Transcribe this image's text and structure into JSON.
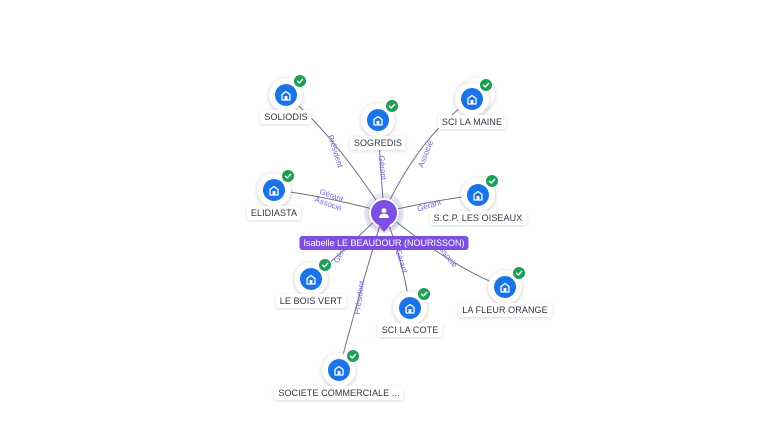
{
  "person": {
    "name": "Isabelle LE BEAUDOUR (NOURISSON)",
    "icon": "person-icon"
  },
  "companies": [
    {
      "id": "soliodis",
      "label": "SOLIODIS",
      "role": "Président",
      "verified": true
    },
    {
      "id": "sogredis",
      "label": "SOGREDIS",
      "role": "Gérant",
      "verified": true
    },
    {
      "id": "sci-la-maine",
      "label": "SCI LA MAINE",
      "role": "Associé",
      "verified": true,
      "stacked": true
    },
    {
      "id": "eldiasta",
      "label": "ELIDIASTA",
      "role": "Gérant\nAssocié",
      "verified": true
    },
    {
      "id": "scp-les-oiseaux",
      "label": "S.C.P. LES OISEAUX",
      "role": "Gérant",
      "verified": true
    },
    {
      "id": "le-bois-vert",
      "label": "LE BOIS VERT",
      "role": "Gérant",
      "verified": true
    },
    {
      "id": "sci-la-cote",
      "label": "SCI LA COTE",
      "role": "Gérant",
      "verified": true
    },
    {
      "id": "la-fleur-orange",
      "label": "LA FLEUR ORANGE",
      "role": "Associé",
      "verified": true
    },
    {
      "id": "societe-commerciale",
      "label": "SOCIETE COMMERCIALE ...",
      "role": "Président",
      "verified": true
    }
  ],
  "colors": {
    "person": "#7c4fe0",
    "company": "#1a73e8",
    "verified": "#1e9e56",
    "edge_label": "#7c63d8",
    "edge": "#6b7280"
  },
  "icons": {
    "company": "building-icon",
    "verified": "check-icon"
  }
}
